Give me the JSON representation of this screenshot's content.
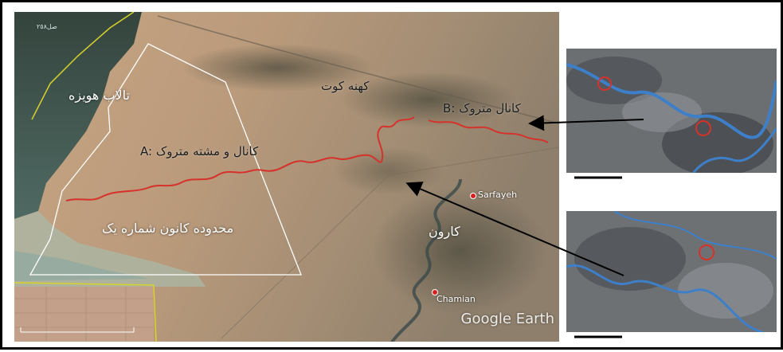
{
  "map": {
    "label_canal_b": "B: کانال متروک",
    "label_canal_a": "A: کانال و مشته متروک",
    "label_hoveyzeh": "تالاب هویزه",
    "label_zone": "محدوده کانون شماره یک",
    "label_karun": "کارون",
    "label_koshk": "کهنه کوت",
    "label_small": "صل٢٥٨",
    "place_chamian": "Chamian",
    "place_sarfayeh": "Sarfayeh",
    "watermark": "Google Earth"
  },
  "colors": {
    "canal": "#d6322b",
    "zone_outline": "#ffffff",
    "border_line": "#d8d22a",
    "inset_river": "#3e7fc9"
  }
}
